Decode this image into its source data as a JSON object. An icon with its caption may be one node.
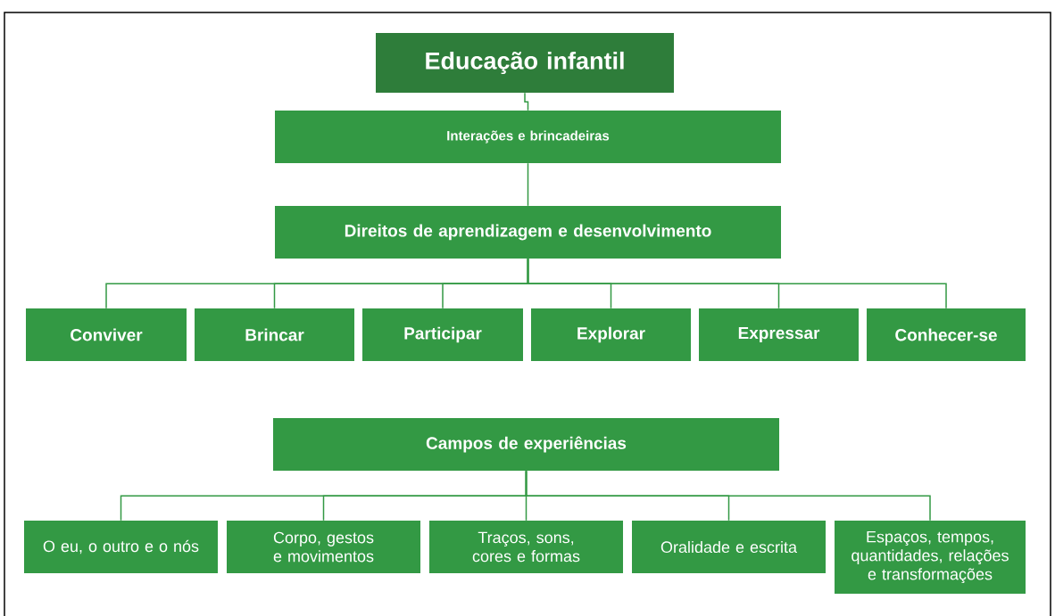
{
  "diagram": {
    "nodes": [
      {
        "text": [
          "Educação infantil"
        ]
      },
      {
        "text": [
          "Interações e brincadeiras"
        ]
      },
      {
        "text": [
          "Direitos de aprendizagem e desenvolvimento"
        ]
      },
      {
        "text": [
          "Conviver"
        ]
      },
      {
        "text": [
          "Brincar"
        ]
      },
      {
        "text": [
          "Participar"
        ]
      },
      {
        "text": [
          "Explorar"
        ]
      },
      {
        "text": [
          "Expressar"
        ]
      },
      {
        "text": [
          "Conhecer-se"
        ]
      },
      {
        "text": [
          "Campos de experiências"
        ]
      },
      {
        "text": [
          "O eu, o outro e o nós"
        ]
      },
      {
        "text": [
          "Corpo, gestos e movimentos"
        ]
      },
      {
        "text": [
          "Traços, sons, cores e formas"
        ]
      },
      {
        "text": [
          "Oralidade e escrita"
        ]
      },
      {
        "text": [
          "Espaços, tempos, quantidades, relações e transformações"
        ]
      }
    ],
    "edges": [
      {
        "from": 0,
        "to": 1,
        "arrow": "none"
      },
      {
        "from": 1,
        "to": 2,
        "arrow": "none"
      },
      {
        "from": 2,
        "to": 3,
        "arrow": "none"
      },
      {
        "from": 2,
        "to": 4,
        "arrow": "none"
      },
      {
        "from": 2,
        "to": 5,
        "arrow": "none"
      },
      {
        "from": 2,
        "to": 6,
        "arrow": "none"
      },
      {
        "from": 2,
        "to": 7,
        "arrow": "none"
      },
      {
        "from": 2,
        "to": 8,
        "arrow": "none"
      },
      {
        "from": 9,
        "to": 10,
        "arrow": "none"
      },
      {
        "from": 9,
        "to": 11,
        "arrow": "none"
      },
      {
        "from": 9,
        "to": 12,
        "arrow": "none"
      },
      {
        "from": 9,
        "to": 13,
        "arrow": "none"
      },
      {
        "from": 9,
        "to": 14,
        "arrow": "none"
      }
    ]
  }
}
